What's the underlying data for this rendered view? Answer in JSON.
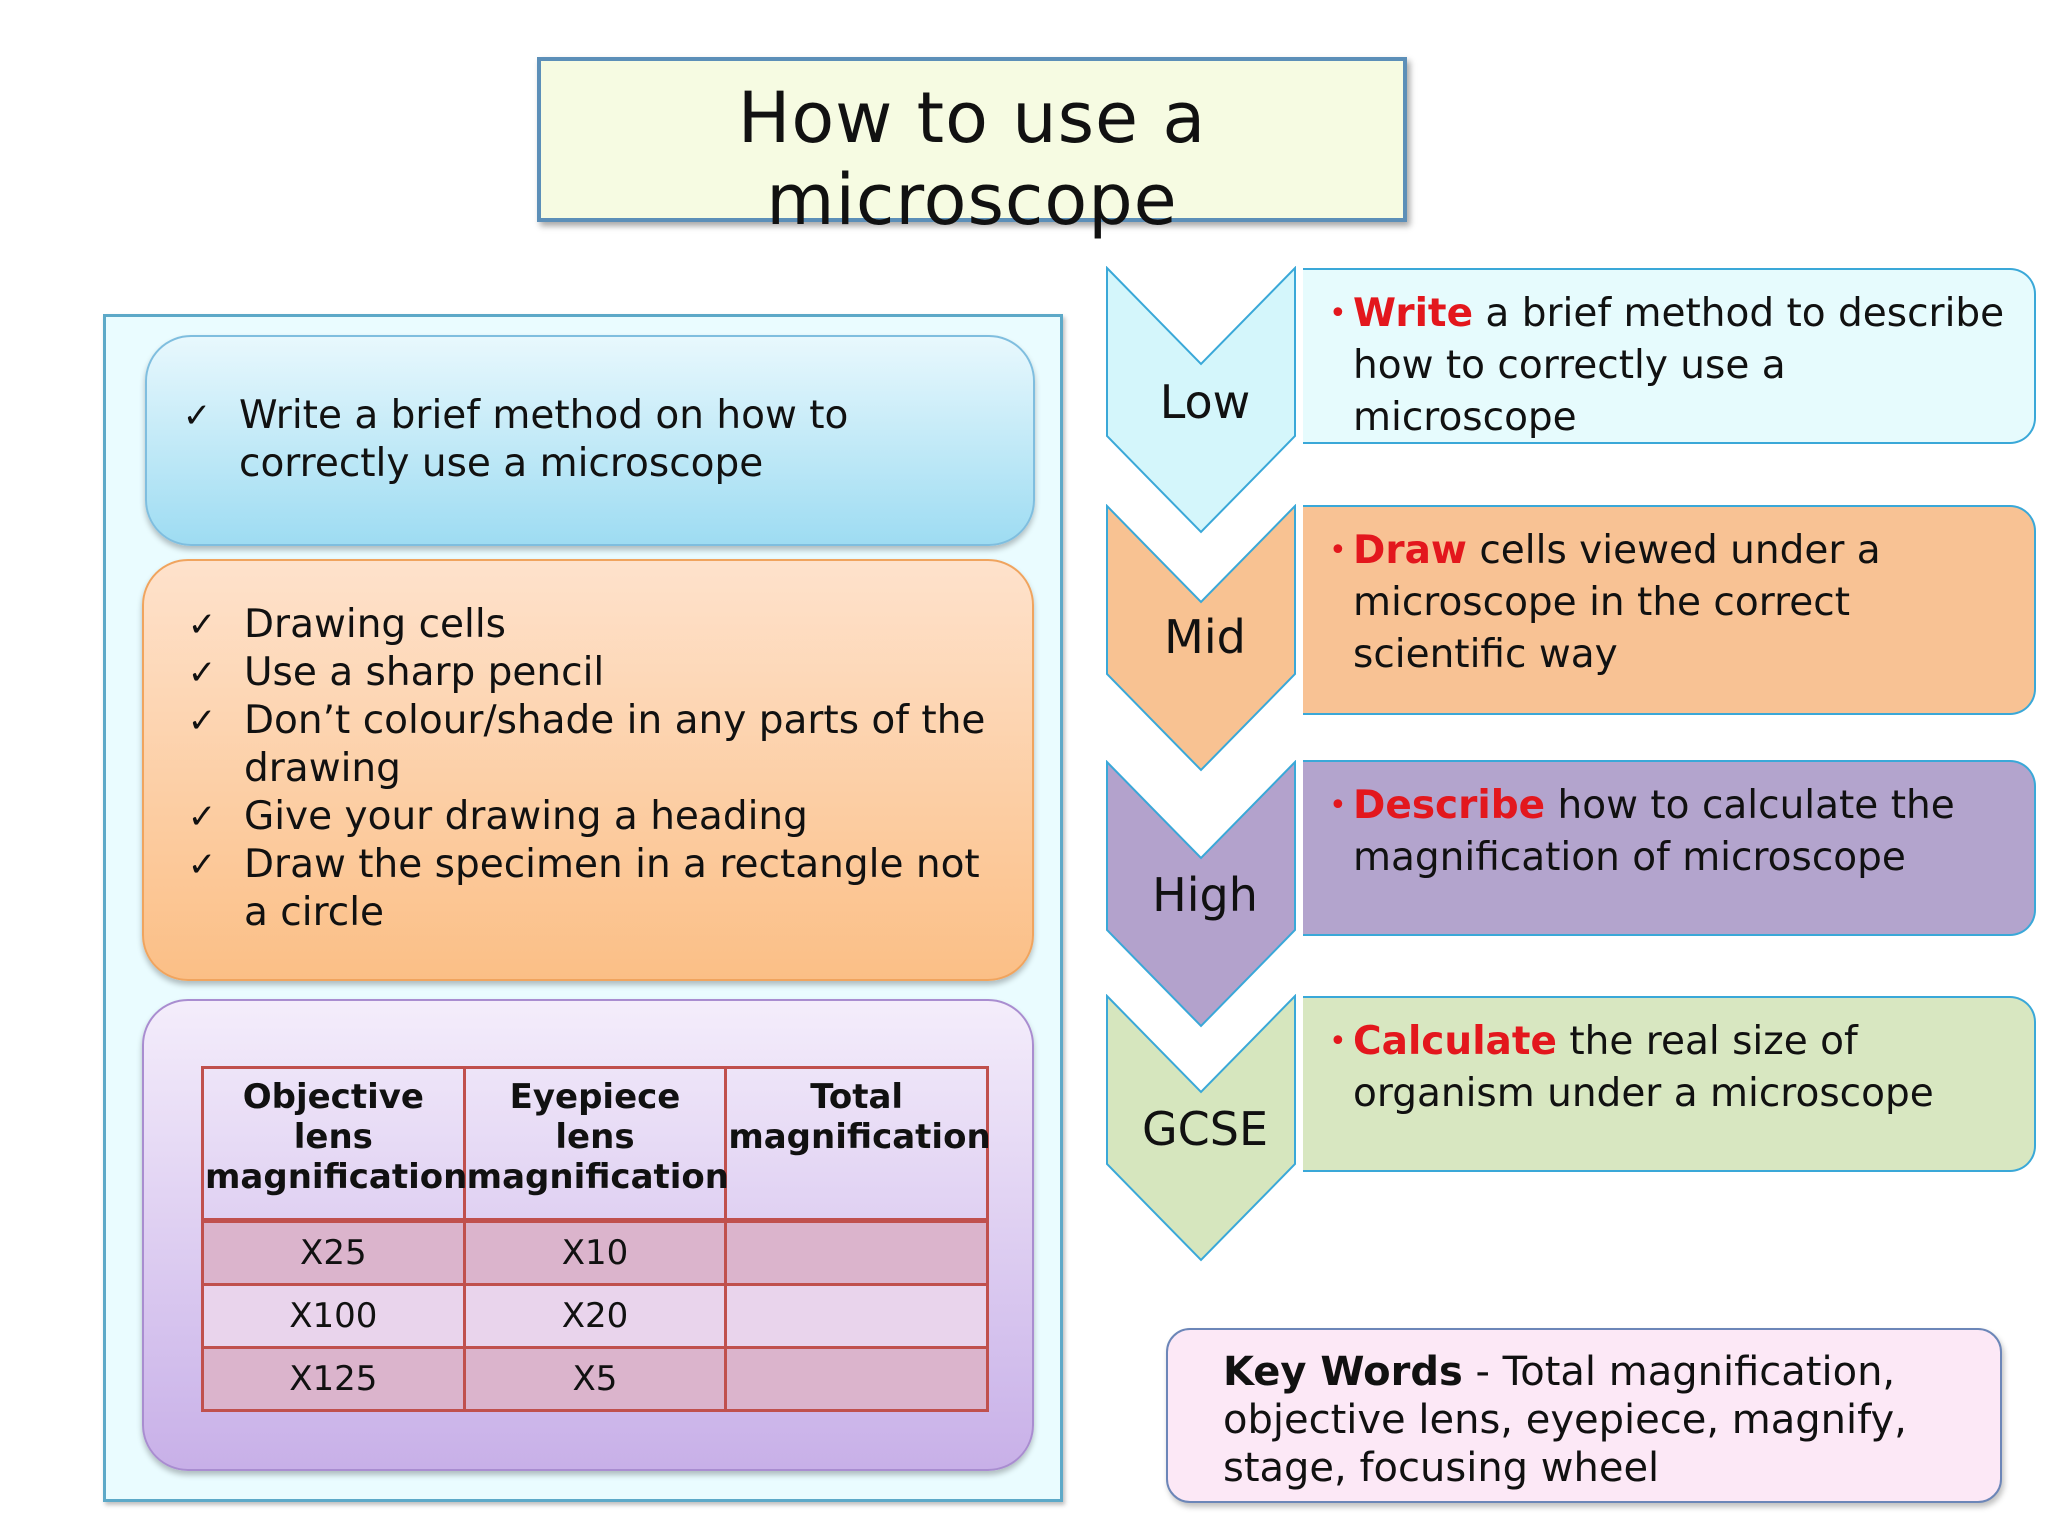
{
  "title": "How to use a microscope",
  "left_panel": {
    "method_card": {
      "items": [
        "Write a brief method on how to correctly use a microscope"
      ]
    },
    "drawing_card": {
      "items": [
        "Drawing cells",
        "Use a sharp pencil",
        "Don’t colour/shade in any parts of the drawing",
        "Give your drawing a heading",
        "Draw the specimen in a rectangle not a circle"
      ]
    },
    "table": {
      "headers": [
        "Objective lens magnification",
        "Eyepiece lens magnification",
        "Total magnification"
      ],
      "rows": [
        [
          "X25",
          "X10",
          ""
        ],
        [
          "X100",
          "X20",
          ""
        ],
        [
          "X125",
          "X5",
          ""
        ]
      ]
    }
  },
  "check_icon": "✓",
  "bullet_icon": "•",
  "levels": [
    {
      "label": "Low",
      "verb": "Write",
      "text": " a brief method to describe how to correctly use a microscope",
      "chevron_color": "#d4f6fb",
      "box_color": "#e6fbfd"
    },
    {
      "label": "Mid",
      "verb": "Draw",
      "text": " cells viewed under a microscope in the correct scientific way",
      "chevron_color": "#f8c292",
      "box_color": "#f8c294"
    },
    {
      "label": "High",
      "verb": "Describe",
      "text": " how to calculate the magnification of microscope",
      "chevron_color": "#b3a2cc",
      "box_color": "#b3a4cd"
    },
    {
      "label": "GCSE",
      "verb": "Calculate",
      "text": " the real size of organism under a microscope",
      "chevron_color": "#d6e6be",
      "box_color": "#d8e7c1"
    }
  ],
  "keywords": {
    "label": "Key Words",
    "text": " - Total magnification, objective lens, eyepiece, magnify, stage, focusing wheel"
  },
  "colors": {
    "accent_red": "#e3171d",
    "border_blue": "#3aa8d8",
    "table_border": "#c0504d"
  }
}
